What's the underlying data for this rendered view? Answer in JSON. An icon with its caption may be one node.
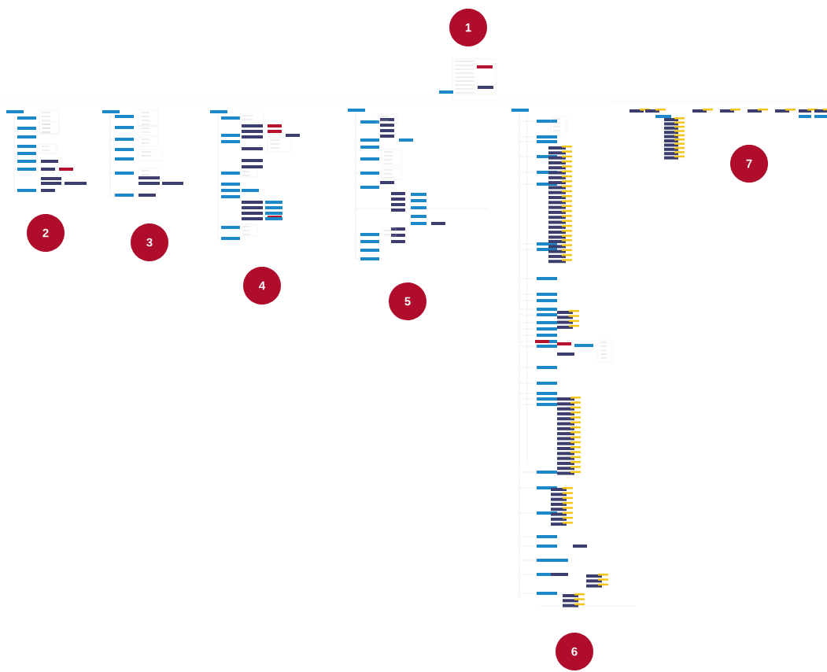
{
  "diagram": {
    "nodes": [
      {
        "text": [
          "1"
        ]
      },
      {
        "text": [
          "2"
        ]
      },
      {
        "text": [
          "3"
        ]
      },
      {
        "text": [
          "4"
        ]
      },
      {
        "text": [
          "5"
        ]
      },
      {
        "text": [
          "6"
        ]
      },
      {
        "text": [
          "7"
        ]
      }
    ]
  }
}
